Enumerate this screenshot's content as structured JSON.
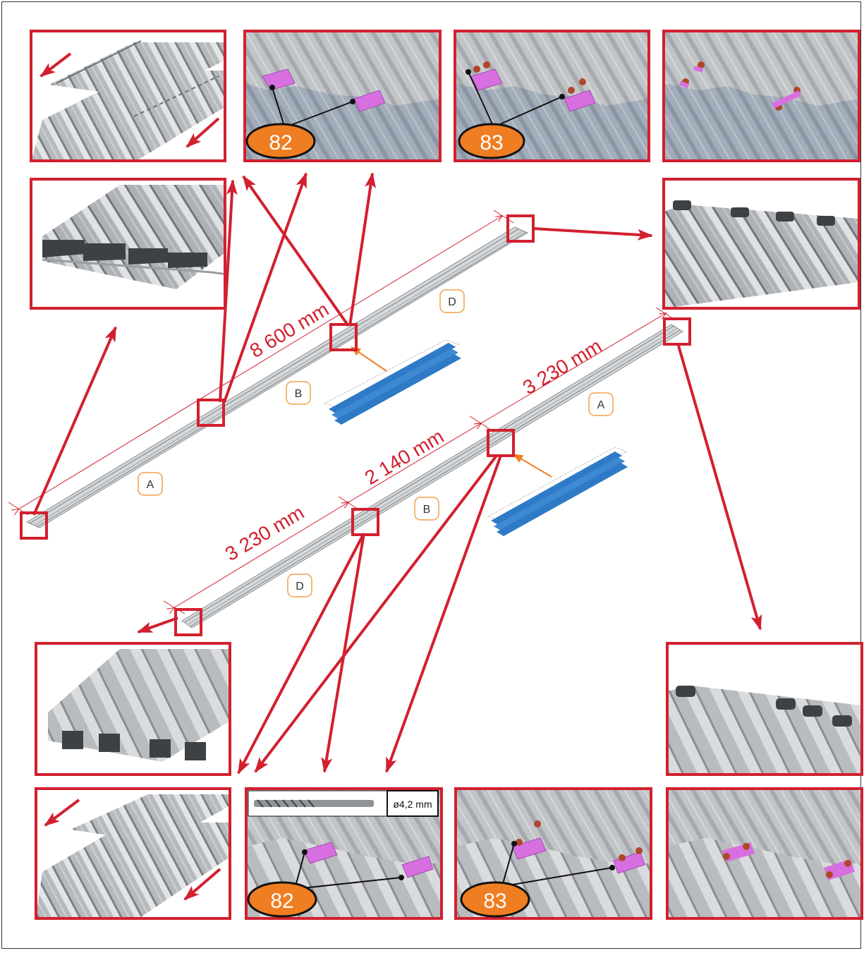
{
  "dimensions": {
    "upper_total": "8 600 mm",
    "lower_segment_a": "3 230 mm",
    "lower_segment_b": "2 140 mm",
    "lower_segment_d": "3 230 mm"
  },
  "segment_labels": {
    "upper_a": "A",
    "upper_b": "B",
    "upper_d": "D",
    "lower_a": "A",
    "lower_b": "B",
    "lower_d": "D"
  },
  "callouts": {
    "top_plates": "82",
    "top_screws": "83",
    "bottom_plates": "82",
    "bottom_screws": "83"
  },
  "drill": {
    "size_label": "ø4,2 mm"
  },
  "colors": {
    "frame_red": "#d2202f",
    "callout_orange": "#ef7d22",
    "label_orange": "#f0a04b",
    "profile_blue": "#2f7ac6",
    "plate_magenta": "#d86fe0",
    "screw_red": "#b0462a",
    "profile_gray": "#b8bcbf"
  },
  "icons": {
    "drill_bit": "drill-bit-icon",
    "plate": "connector-plate-icon",
    "screw": "screw-icon"
  }
}
